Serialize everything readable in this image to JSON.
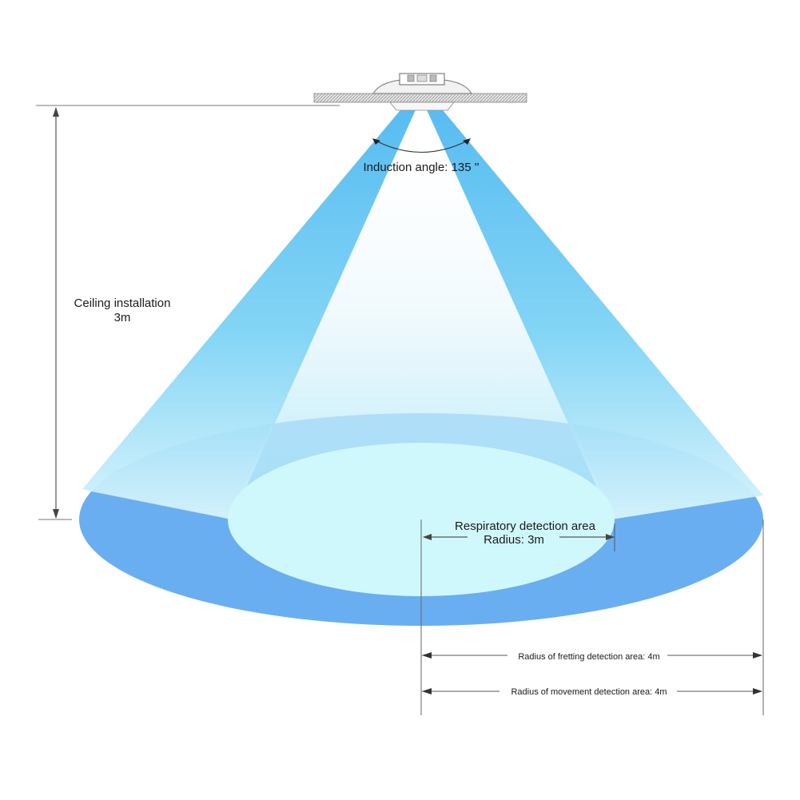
{
  "labels": {
    "induction_angle": "Induction angle: 135 ''",
    "ceiling_install_line1": "Ceiling installation",
    "ceiling_install_line2": "3m",
    "respiratory_line1": "Respiratory detection area",
    "respiratory_line2": "Radius: 3m",
    "fretting_radius": "Radius of fretting detection area: 4m",
    "movement_radius": "Radius of movement detection area: 4m"
  },
  "colors": {
    "outer_area": "#6aaef2",
    "inner_area": "#cff8fc",
    "beam": "#5ec8f2",
    "ceiling": "#d8d8d8"
  }
}
